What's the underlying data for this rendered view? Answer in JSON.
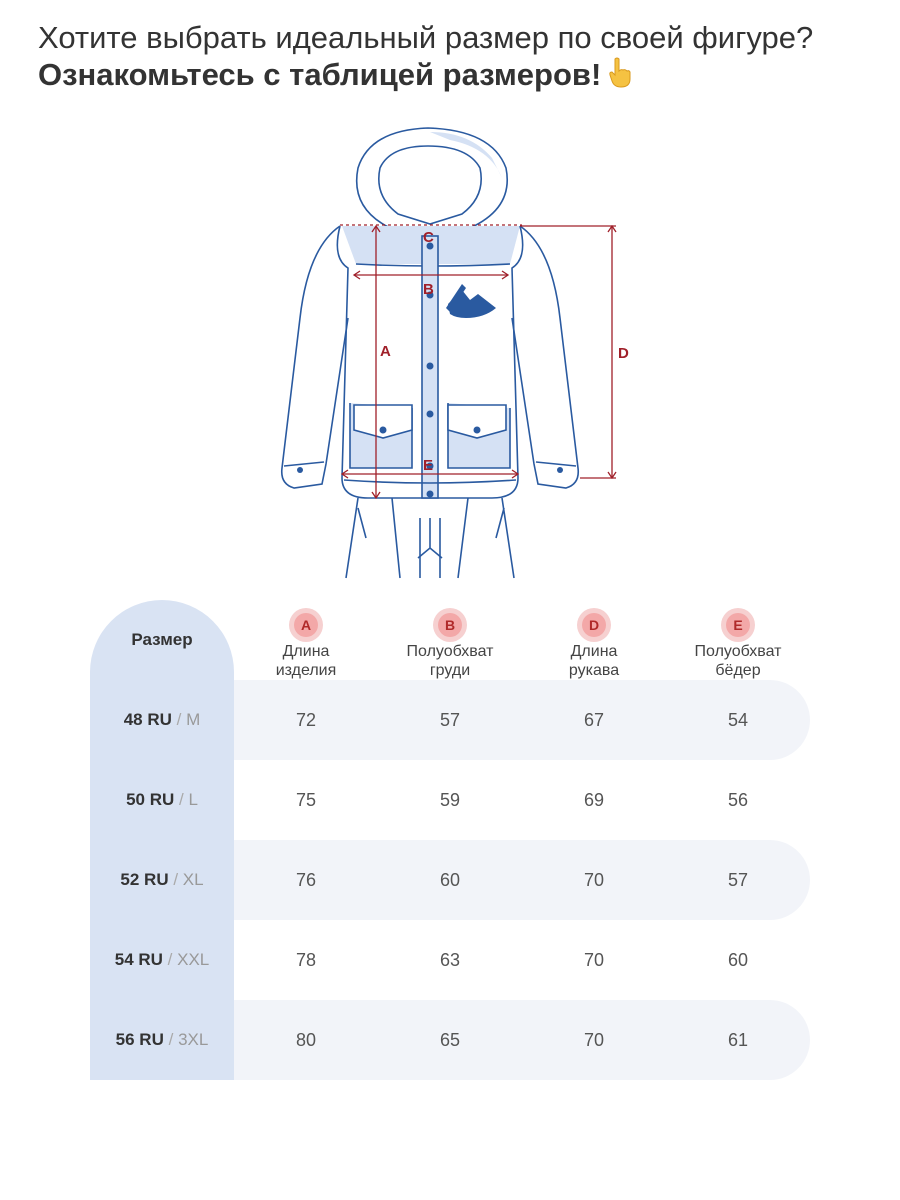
{
  "header": {
    "line1": "Хотите выбрать идеальный размер по своей фигуре?",
    "line2": "Ознакомьтесь с таблицей размеров!"
  },
  "diagram": {
    "labels": {
      "a": "A",
      "b": "B",
      "c": "C",
      "d": "D",
      "e": "E"
    },
    "colors": {
      "outline": "#2a5aa0",
      "fill": "#d5e1f4",
      "measure": "#a0202a"
    }
  },
  "table": {
    "size_header": "Размер",
    "columns": [
      {
        "badge": "A",
        "line1": "Длина",
        "line2": "изделия"
      },
      {
        "badge": "B",
        "line1": "Полуобхват",
        "line2": "груди"
      },
      {
        "badge": "D",
        "line1": "Длина",
        "line2": "рукава"
      },
      {
        "badge": "E",
        "line1": "Полуобхват",
        "line2": "бёдер"
      }
    ],
    "rows": [
      {
        "ru": "48 RU",
        "sep": "/",
        "intl": "M",
        "values": [
          "72",
          "57",
          "67",
          "54"
        ]
      },
      {
        "ru": "50 RU",
        "sep": "/",
        "intl": "L",
        "values": [
          "75",
          "59",
          "69",
          "56"
        ]
      },
      {
        "ru": "52 RU",
        "sep": "/",
        "intl": "XL",
        "values": [
          "76",
          "60",
          "70",
          "57"
        ]
      },
      {
        "ru": "54 RU",
        "sep": "/",
        "intl": "XXL",
        "values": [
          "78",
          "63",
          "70",
          "60"
        ]
      },
      {
        "ru": "56 RU",
        "sep": "/",
        "intl": "3XL",
        "values": [
          "80",
          "65",
          "70",
          "61"
        ]
      }
    ]
  }
}
